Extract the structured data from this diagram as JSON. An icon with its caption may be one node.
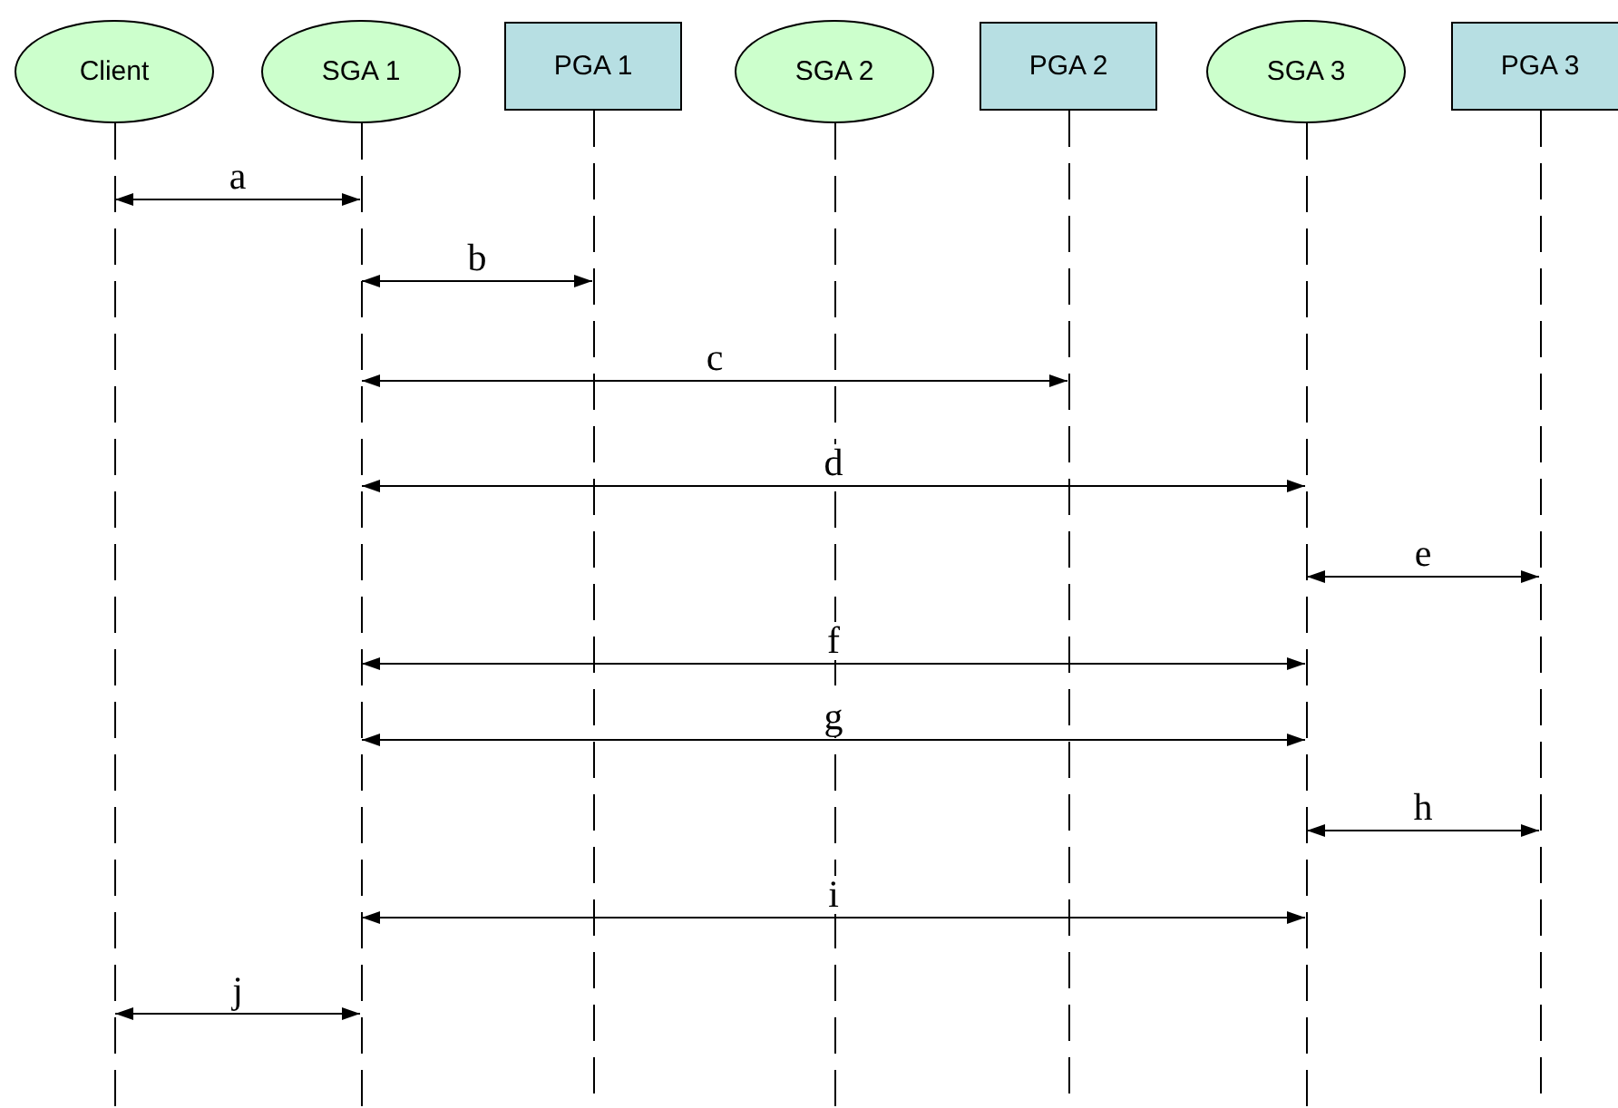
{
  "diagram": {
    "nodes": [
      {
        "text": [
          "Client"
        ]
      },
      {
        "text": [
          "SGA 1"
        ]
      },
      {
        "text": [
          "PGA 1"
        ]
      },
      {
        "text": [
          "SGA 2"
        ]
      },
      {
        "text": [
          "PGA 2"
        ]
      },
      {
        "text": [
          "SGA 3"
        ]
      },
      {
        "text": [
          "PGA 3"
        ]
      },
      {
        "text": [],
        "shape": "line"
      },
      {
        "text": [],
        "shape": "line"
      },
      {
        "text": [],
        "shape": "line"
      },
      {
        "text": [],
        "shape": "line"
      },
      {
        "text": [],
        "shape": "line"
      },
      {
        "text": [],
        "shape": "line"
      },
      {
        "text": [],
        "shape": "line"
      }
    ],
    "edges": [
      {
        "from": 7,
        "to": 8,
        "arrow": "both",
        "label": "a"
      },
      {
        "from": 8,
        "to": 9,
        "arrow": "both",
        "label": "b"
      },
      {
        "from": 8,
        "to": 11,
        "arrow": "both",
        "label": "c"
      },
      {
        "from": 8,
        "to": 12,
        "arrow": "both",
        "label": "d"
      },
      {
        "from": 12,
        "to": 13,
        "arrow": "both",
        "label": "e"
      },
      {
        "from": 8,
        "to": 12,
        "arrow": "both",
        "label": "f"
      },
      {
        "from": 8,
        "to": 12,
        "arrow": "both",
        "label": "g"
      },
      {
        "from": 12,
        "to": 13,
        "arrow": "both",
        "label": "h"
      },
      {
        "from": 8,
        "to": 12,
        "arrow": "both",
        "label": "i"
      },
      {
        "from": 7,
        "to": 8,
        "arrow": "both",
        "label": "j"
      }
    ]
  }
}
